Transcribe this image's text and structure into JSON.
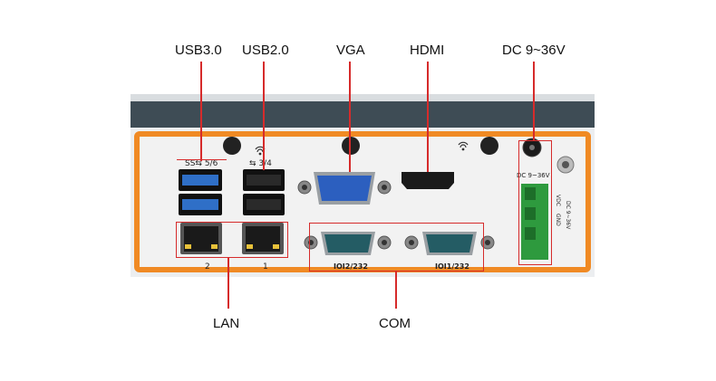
{
  "callouts": {
    "usb30": "USB3.0",
    "usb20": "USB2.0",
    "vga": "VGA",
    "hdmi": "HDMI",
    "dc": "DC 9~36V",
    "lan": "LAN",
    "com": "COM"
  },
  "panel": {
    "usb30_ports": "SS⇆ 5/6",
    "usb20_ports": "⇆ 3/4",
    "lan2": "2",
    "lan1": "1",
    "com2": "IOI2/232",
    "com1": "IOI1/232",
    "dc_label": "DC 9~36V",
    "terminal_vdc": "VDC",
    "terminal_gnd": "GND",
    "terminal_range": "DC 9~36V"
  },
  "colors": {
    "callout": "#d62b2b",
    "panel_border": "#f08a24",
    "chassis": "#e9ebed",
    "heatsink": "#3e4c55",
    "terminal": "#2e9a3e",
    "usb3": "#2f6fc7",
    "vga": "#2c5fbf"
  }
}
